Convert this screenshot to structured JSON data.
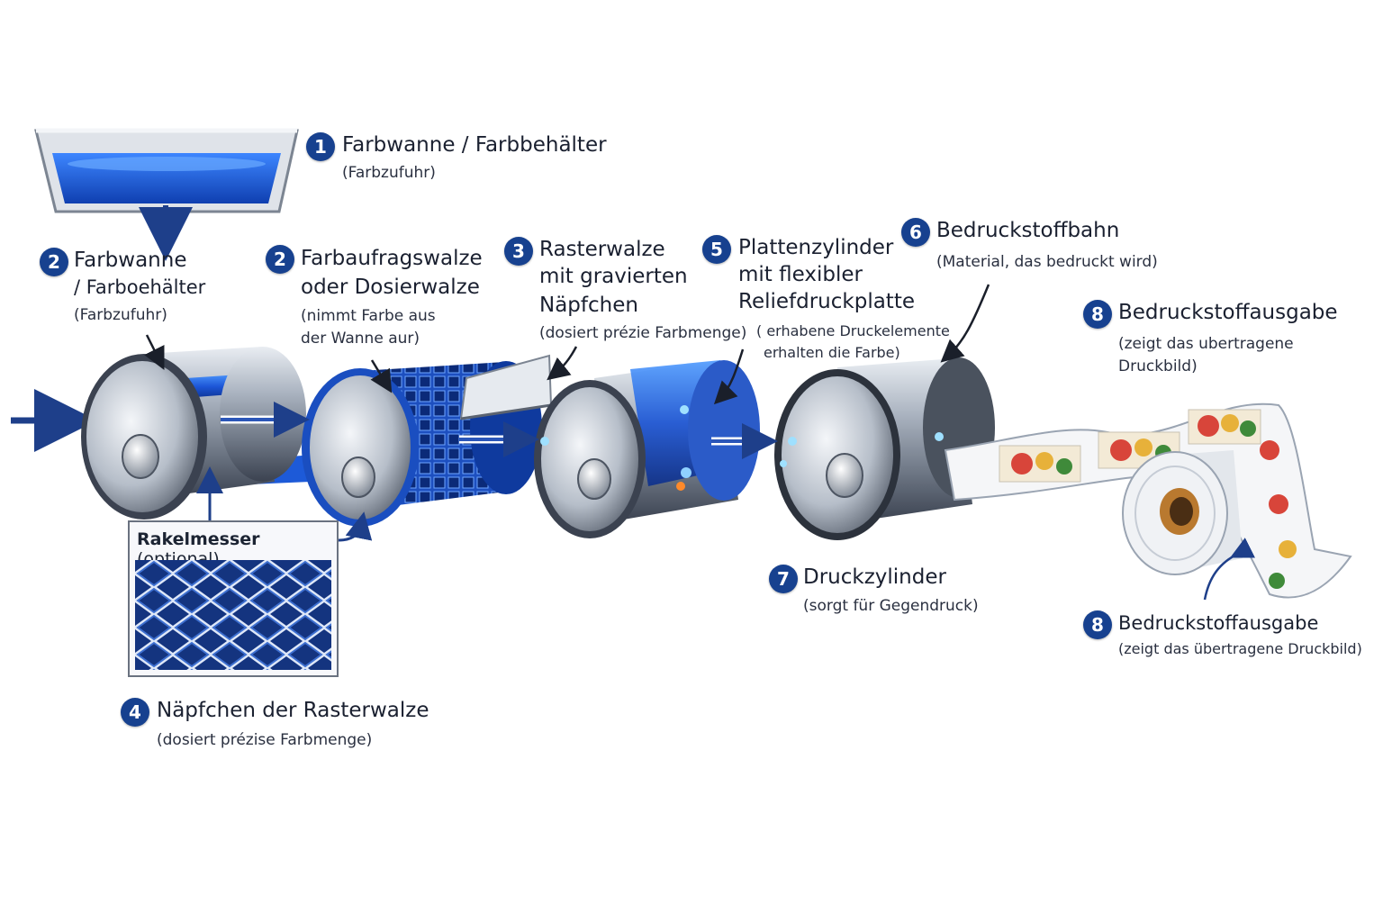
{
  "labels": {
    "l1": {
      "num": "1",
      "title": "Farbwanne / Farbbehälter",
      "sub": "(Farbzufuhr)"
    },
    "l2a": {
      "num": "2",
      "title_lines": [
        "Farbwanne",
        "/ Farboehälter"
      ],
      "sub": "(Farbzufuhr)"
    },
    "l2b": {
      "num": "2",
      "title_lines": [
        "Farbaufragswalze",
        "oder Dosierwalze"
      ],
      "sub_lines": [
        "(nimmt Farbe aus",
        "der Wanne aur)"
      ]
    },
    "l3": {
      "num": "3",
      "title_lines": [
        "Rasterwalze",
        "mit gravierten",
        "Näpfchen"
      ],
      "sub": "(dosiert prézie Farbmenge)"
    },
    "l5": {
      "num": "5",
      "title_lines": [
        "Plattenzylinder",
        "mit flexibler",
        "Reliefdruckplatte"
      ],
      "sub_lines": [
        "( erhabene Druckelemente",
        "erhalten die Farbe)"
      ]
    },
    "l6": {
      "num": "6",
      "title": "Bedruckstoffbahn",
      "sub": "(Material, das bedruckt wird)"
    },
    "l8a": {
      "num": "8",
      "title": "Bedruckstoffausgabe",
      "sub_lines": [
        "(zeigt das ubertragene",
        "Druckbild)"
      ]
    },
    "l7": {
      "num": "7",
      "title": "Druckzylinder",
      "sub": "(sorgt für Gegendruck)"
    },
    "l8b": {
      "num": "8",
      "title": "Bedruckstoffausgabe",
      "sub": "(zeigt das übertragene Druckbild)"
    },
    "l4": {
      "num": "4",
      "title": "Näpfchen der Rasterwalze",
      "sub": "(dosiert prézise Farbmenge)"
    }
  },
  "rakel": {
    "bold": "Rakelmesser",
    "rest": " (optional)"
  },
  "colors": {
    "ink": "#1f5fd8",
    "badge": "#17418f",
    "steel": "#9aa4b2",
    "arrow": "#1e3f8a"
  }
}
